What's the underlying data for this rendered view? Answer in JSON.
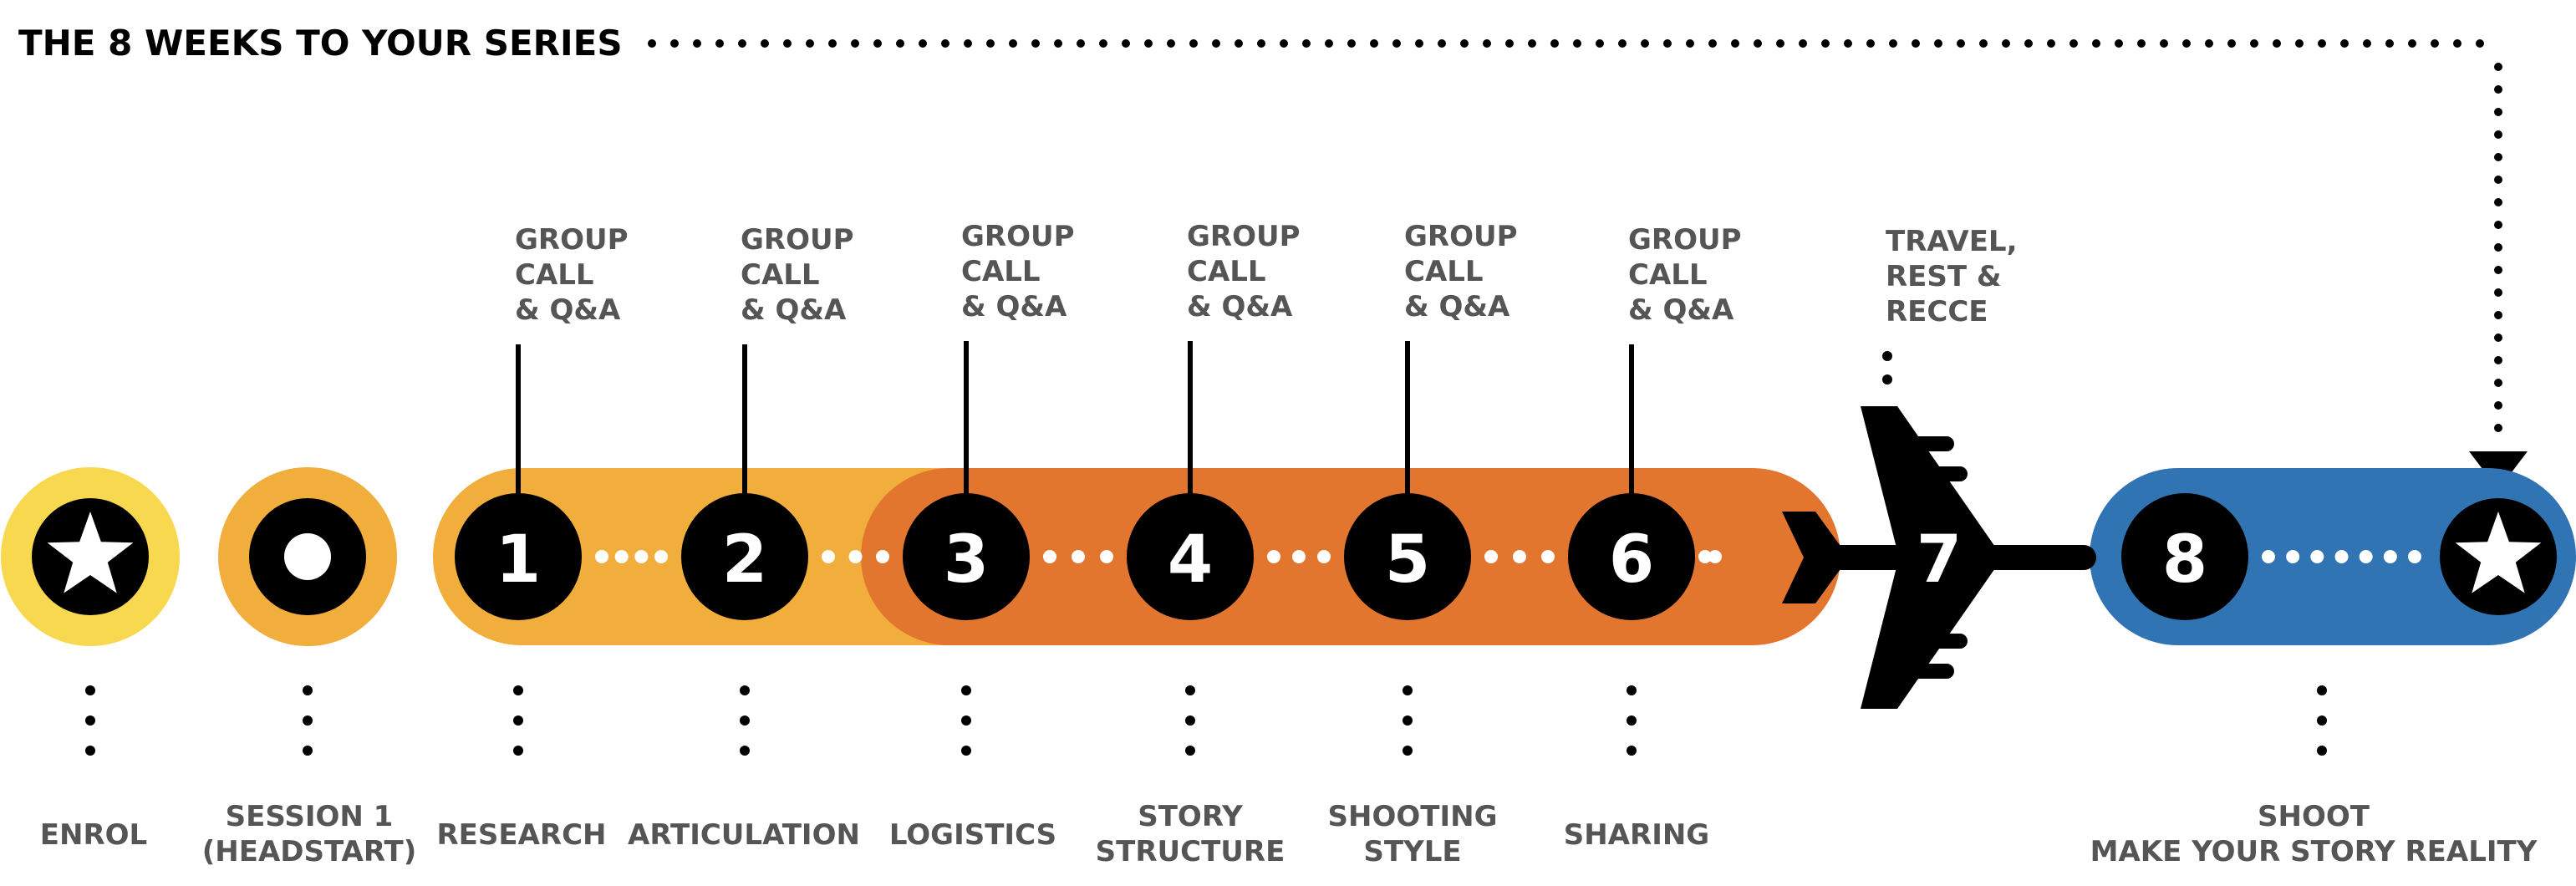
{
  "title": "THE 8 WEEKS TO YOUR SERIES",
  "colors": {
    "yellow": "#F7D84F",
    "amber": "#F1AE3C",
    "orange": "#E3762E",
    "blue": "#3074B4",
    "black": "#000000",
    "label": "#555555"
  },
  "icons": {
    "enrol": "star-icon",
    "session1": "dot-circle-icon",
    "travel": "airplane-icon",
    "shoot": "star-icon"
  },
  "weeks": [
    {
      "number": "1",
      "above": [
        "GROUP",
        "CALL",
        "& Q&A"
      ],
      "below": [
        "RESEARCH"
      ]
    },
    {
      "number": "2",
      "above": [
        "GROUP",
        "CALL",
        "& Q&A"
      ],
      "below": [
        "ARTICULATION"
      ]
    },
    {
      "number": "3",
      "above": [
        "GROUP",
        "CALL",
        "& Q&A"
      ],
      "below": [
        "LOGISTICS"
      ]
    },
    {
      "number": "4",
      "above": [
        "GROUP",
        "CALL",
        "& Q&A"
      ],
      "below": [
        "STORY",
        "STRUCTURE"
      ]
    },
    {
      "number": "5",
      "above": [
        "GROUP",
        "CALL",
        "& Q&A"
      ],
      "below": [
        "SHOOTING",
        "STYLE"
      ]
    },
    {
      "number": "6",
      "above": [
        "GROUP",
        "CALL",
        "& Q&A"
      ],
      "below": [
        "SHARING"
      ]
    },
    {
      "number": "7",
      "above": [
        "TRAVEL,",
        "REST &",
        "RECCE"
      ],
      "below": []
    },
    {
      "number": "8",
      "above": [],
      "below": []
    }
  ],
  "enrol": {
    "below": [
      "ENROL"
    ]
  },
  "session1": {
    "below": [
      "SESSION 1",
      "(HEADSTART)"
    ]
  },
  "shoot": {
    "below": [
      "SHOOT",
      "MAKE YOUR STORY REALITY"
    ]
  }
}
